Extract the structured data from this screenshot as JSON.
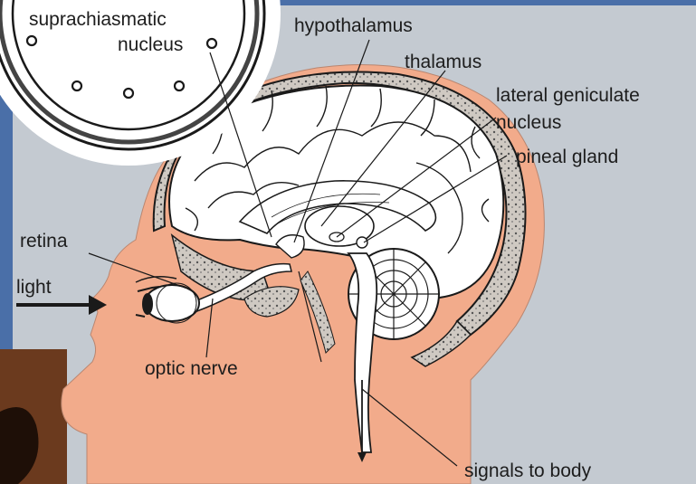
{
  "labels": {
    "suprachiasmatic_1": "suprachiasmatic",
    "suprachiasmatic_2": "nucleus",
    "hypothalamus": "hypothalamus",
    "thalamus": "thalamus",
    "lgn_1": "lateral geniculate",
    "lgn_2": "nucleus",
    "pineal_gland": "pineal gland",
    "retina": "retina",
    "light": "light",
    "optic_nerve": "optic nerve",
    "signals_to_body": "signals to body"
  },
  "colors": {
    "background": "#c4cad1",
    "slide_bar": "#4a6fa8",
    "skin": "#f2ab8b",
    "brain": "#ffffff",
    "outline": "#1a1a1a",
    "skull": "#d9d3cd"
  }
}
